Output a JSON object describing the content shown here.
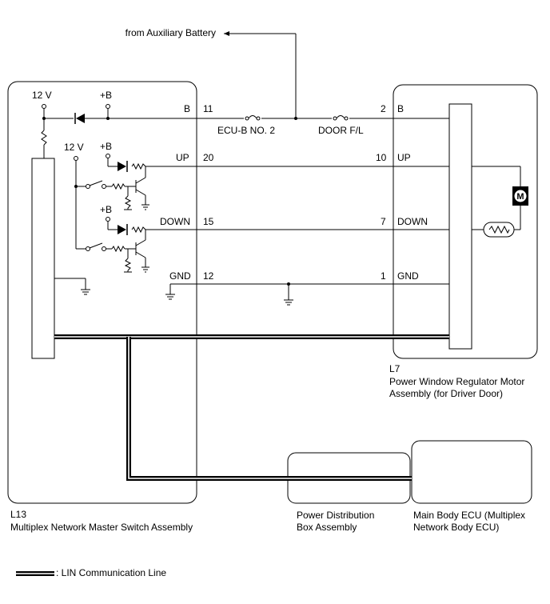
{
  "source": {
    "label": "from Auxiliary Battery"
  },
  "left_assembly": {
    "code": "L13",
    "name": "Multiplex Network Master Switch Assembly",
    "supply_12v_a": "12 V",
    "supply_b_a": "+B",
    "supply_12v_b": "12 V",
    "supply_b_b": "+B",
    "supply_b_c": "+B",
    "terminals": {
      "b": {
        "name": "B",
        "pin": "11"
      },
      "up": {
        "name": "UP",
        "pin": "20"
      },
      "down": {
        "name": "DOWN",
        "pin": "15"
      },
      "gnd": {
        "name": "GND",
        "pin": "12"
      }
    }
  },
  "fuses": {
    "ecu_b": "ECU-B NO. 2",
    "door": "DOOR F/L"
  },
  "right_assembly": {
    "code": "L7",
    "name_line1": "Power Window Regulator Motor",
    "name_line2": "Assembly (for Driver Door)",
    "motor_symbol": "M",
    "terminals": {
      "b": {
        "name": "B",
        "pin": "2"
      },
      "up": {
        "name": "UP",
        "pin": "10"
      },
      "down": {
        "name": "DOWN",
        "pin": "7"
      },
      "gnd": {
        "name": "GND",
        "pin": "1"
      }
    }
  },
  "junction_box": {
    "name_line1": "Power Distribution",
    "name_line2": "Box Assembly"
  },
  "body_ecu": {
    "name_line1": "Main Body ECU (Multiplex",
    "name_line2": "Network Body ECU)"
  },
  "legend": {
    "lin_label": ": LIN Communication Line"
  },
  "colors": {
    "line": "#000000",
    "background": "#ffffff",
    "lin_fill": "#ffffff"
  }
}
